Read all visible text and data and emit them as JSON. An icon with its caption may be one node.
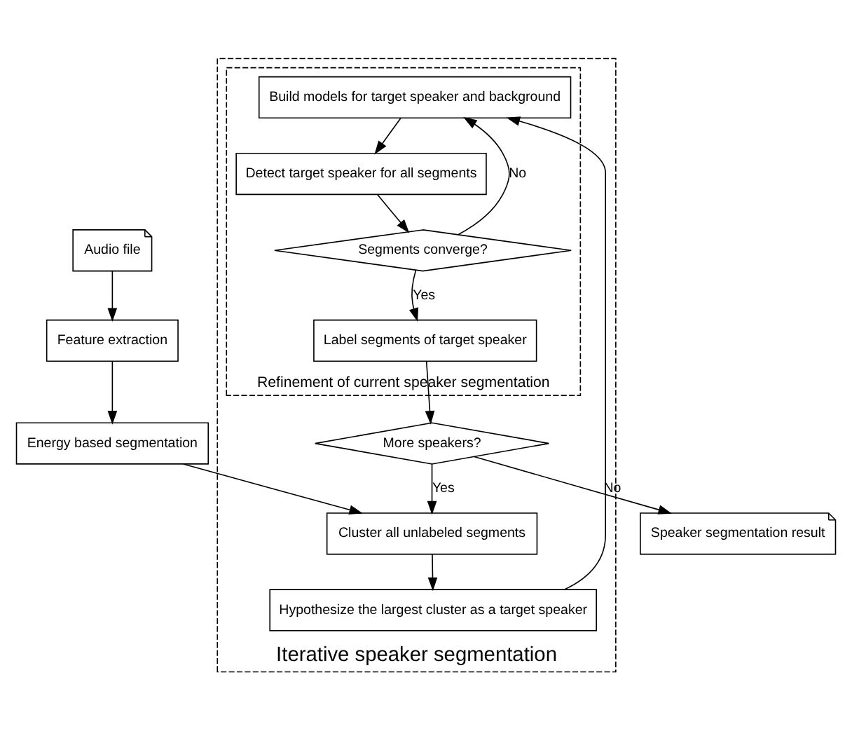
{
  "diagram": {
    "nodes": [
      {
        "text": [
          "Audio file"
        ]
      },
      {
        "text": [
          "Feature extraction"
        ]
      },
      {
        "text": [
          "Energy based segmentation"
        ]
      },
      {
        "text": [
          "Speaker segmentation result"
        ]
      },
      {
        "text": [
          "Iterative speaker segmentation"
        ]
      },
      {
        "text": [
          "Cluster all unlabeled segments"
        ],
        "in": 4
      },
      {
        "text": [
          "More speakers?"
        ],
        "in": 4
      },
      {
        "text": [
          "Hypothesize the largest cluster as a target speaker"
        ],
        "in": 4
      },
      {
        "text": [
          "Refinement of current speaker segmentation"
        ],
        "in": 4
      },
      {
        "text": [
          "Build models for target speaker and background"
        ],
        "in": 8
      },
      {
        "text": [
          "Detect target speaker for all segments"
        ],
        "in": 8
      },
      {
        "text": [
          "Label segments of target speaker"
        ],
        "in": 8
      },
      {
        "text": [
          "Segments converge?"
        ],
        "in": 8
      }
    ],
    "edges": [
      {
        "from": 0,
        "to": 1,
        "arrow": "to"
      },
      {
        "from": 1,
        "to": 2,
        "arrow": "to"
      },
      {
        "from": 2,
        "to": 5,
        "arrow": "to"
      },
      {
        "from": 6,
        "to": 3,
        "arrow": "to",
        "label": "No"
      },
      {
        "from": 6,
        "to": 5,
        "arrow": "to",
        "label": "Yes"
      },
      {
        "from": 5,
        "to": 7,
        "arrow": "to"
      },
      {
        "from": 7,
        "to": 9,
        "arrow": "to"
      },
      {
        "from": 9,
        "to": 10,
        "arrow": "to"
      },
      {
        "from": 10,
        "to": 12,
        "arrow": "to"
      },
      {
        "from": 12,
        "to": 11,
        "arrow": "to",
        "label": "Yes"
      },
      {
        "from": 12,
        "to": 9,
        "arrow": "to",
        "label": "No"
      },
      {
        "from": 11,
        "to": 6,
        "arrow": "to"
      }
    ]
  }
}
